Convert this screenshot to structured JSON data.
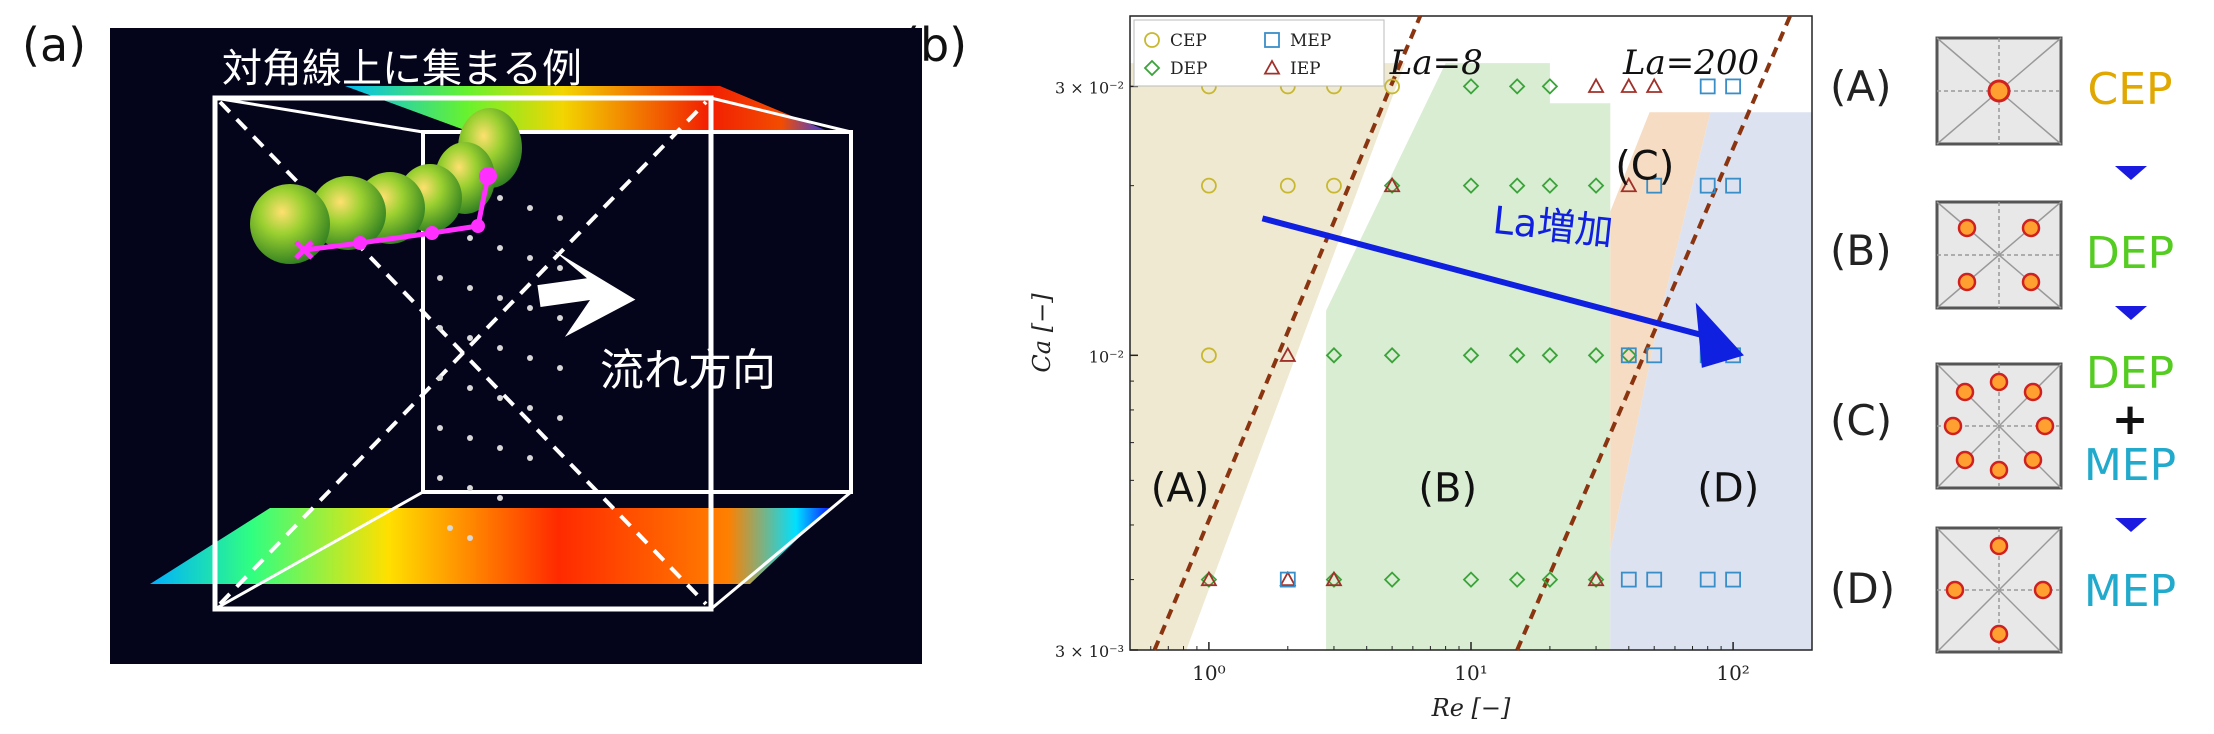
{
  "panel_labels": {
    "a": "(a)",
    "b": "(b)"
  },
  "panel_a": {
    "title": "対角線上に集まる例",
    "flow_label": "流れ方向"
  },
  "chart_data": {
    "type": "scatter",
    "xlabel": "Re [−]",
    "ylabel": "Ca [−]",
    "xscale": "log",
    "yscale": "log",
    "xlim": [
      0.5,
      200
    ],
    "ylim": [
      0.003,
      0.04
    ],
    "x_ticks": [
      1,
      10,
      100
    ],
    "x_tick_labels": [
      "10⁰",
      "10¹",
      "10²"
    ],
    "y_ticks": [
      0.003,
      0.01,
      0.03
    ],
    "y_tick_labels": [
      "3 × 10⁻³",
      "10⁻²",
      "3 × 10⁻²"
    ],
    "legend": [
      "CEP",
      "MEP",
      "DEP",
      "IEP"
    ],
    "legend_position": "top-left",
    "series": [
      {
        "name": "CEP",
        "marker": "circle",
        "color": "#c8b830",
        "points": [
          [
            1,
            0.03
          ],
          [
            2,
            0.03
          ],
          [
            3,
            0.03
          ],
          [
            5,
            0.03
          ],
          [
            1,
            0.02
          ],
          [
            2,
            0.02
          ],
          [
            3,
            0.02
          ],
          [
            1,
            0.01
          ]
        ]
      },
      {
        "name": "DEP",
        "marker": "diamond",
        "color": "#3aa33a",
        "points": [
          [
            10,
            0.03
          ],
          [
            15,
            0.03
          ],
          [
            20,
            0.03
          ],
          [
            5,
            0.02
          ],
          [
            10,
            0.02
          ],
          [
            15,
            0.02
          ],
          [
            20,
            0.02
          ],
          [
            30,
            0.02
          ],
          [
            3,
            0.01
          ],
          [
            5,
            0.01
          ],
          [
            10,
            0.01
          ],
          [
            15,
            0.01
          ],
          [
            20,
            0.01
          ],
          [
            30,
            0.01
          ],
          [
            40,
            0.01
          ],
          [
            1,
            0.004
          ],
          [
            3,
            0.004
          ],
          [
            5,
            0.004
          ],
          [
            10,
            0.004
          ],
          [
            15,
            0.004
          ],
          [
            20,
            0.004
          ],
          [
            30,
            0.004
          ]
        ]
      },
      {
        "name": "IEP",
        "marker": "triangle",
        "color": "#a0302a",
        "points": [
          [
            30,
            0.03
          ],
          [
            40,
            0.03
          ],
          [
            50,
            0.03
          ],
          [
            5,
            0.02
          ],
          [
            40,
            0.02
          ],
          [
            2,
            0.01
          ],
          [
            1,
            0.004
          ],
          [
            2,
            0.004
          ],
          [
            3,
            0.004
          ],
          [
            30,
            0.004
          ]
        ]
      },
      {
        "name": "MEP",
        "marker": "square",
        "color": "#3a8ec8",
        "points": [
          [
            80,
            0.03
          ],
          [
            100,
            0.03
          ],
          [
            50,
            0.02
          ],
          [
            80,
            0.02
          ],
          [
            100,
            0.02
          ],
          [
            40,
            0.01
          ],
          [
            50,
            0.01
          ],
          [
            80,
            0.01
          ],
          [
            100,
            0.01
          ],
          [
            2,
            0.004
          ],
          [
            40,
            0.004
          ],
          [
            50,
            0.004
          ],
          [
            80,
            0.004
          ],
          [
            100,
            0.004
          ]
        ]
      }
    ],
    "lines": [
      {
        "label": "La=8"
      },
      {
        "label": "La=200"
      }
    ],
    "annotations": {
      "arrow_text": "La増加",
      "regions": [
        "(A)",
        "(B)",
        "(C)",
        "(D)"
      ]
    }
  },
  "panel_c": {
    "rows": [
      {
        "label": "(A)",
        "text": [
          "CEP"
        ],
        "colors": [
          "#e0a800"
        ]
      },
      {
        "label": "(B)",
        "text": [
          "DEP"
        ],
        "colors": [
          "#55cc22"
        ]
      },
      {
        "label": "(C)",
        "text": [
          "DEP",
          "+",
          "MEP"
        ],
        "colors": [
          "#55cc22",
          "#111111",
          "#22aacc"
        ]
      },
      {
        "label": "(D)",
        "text": [
          "MEP"
        ],
        "colors": [
          "#22aacc"
        ]
      }
    ]
  }
}
